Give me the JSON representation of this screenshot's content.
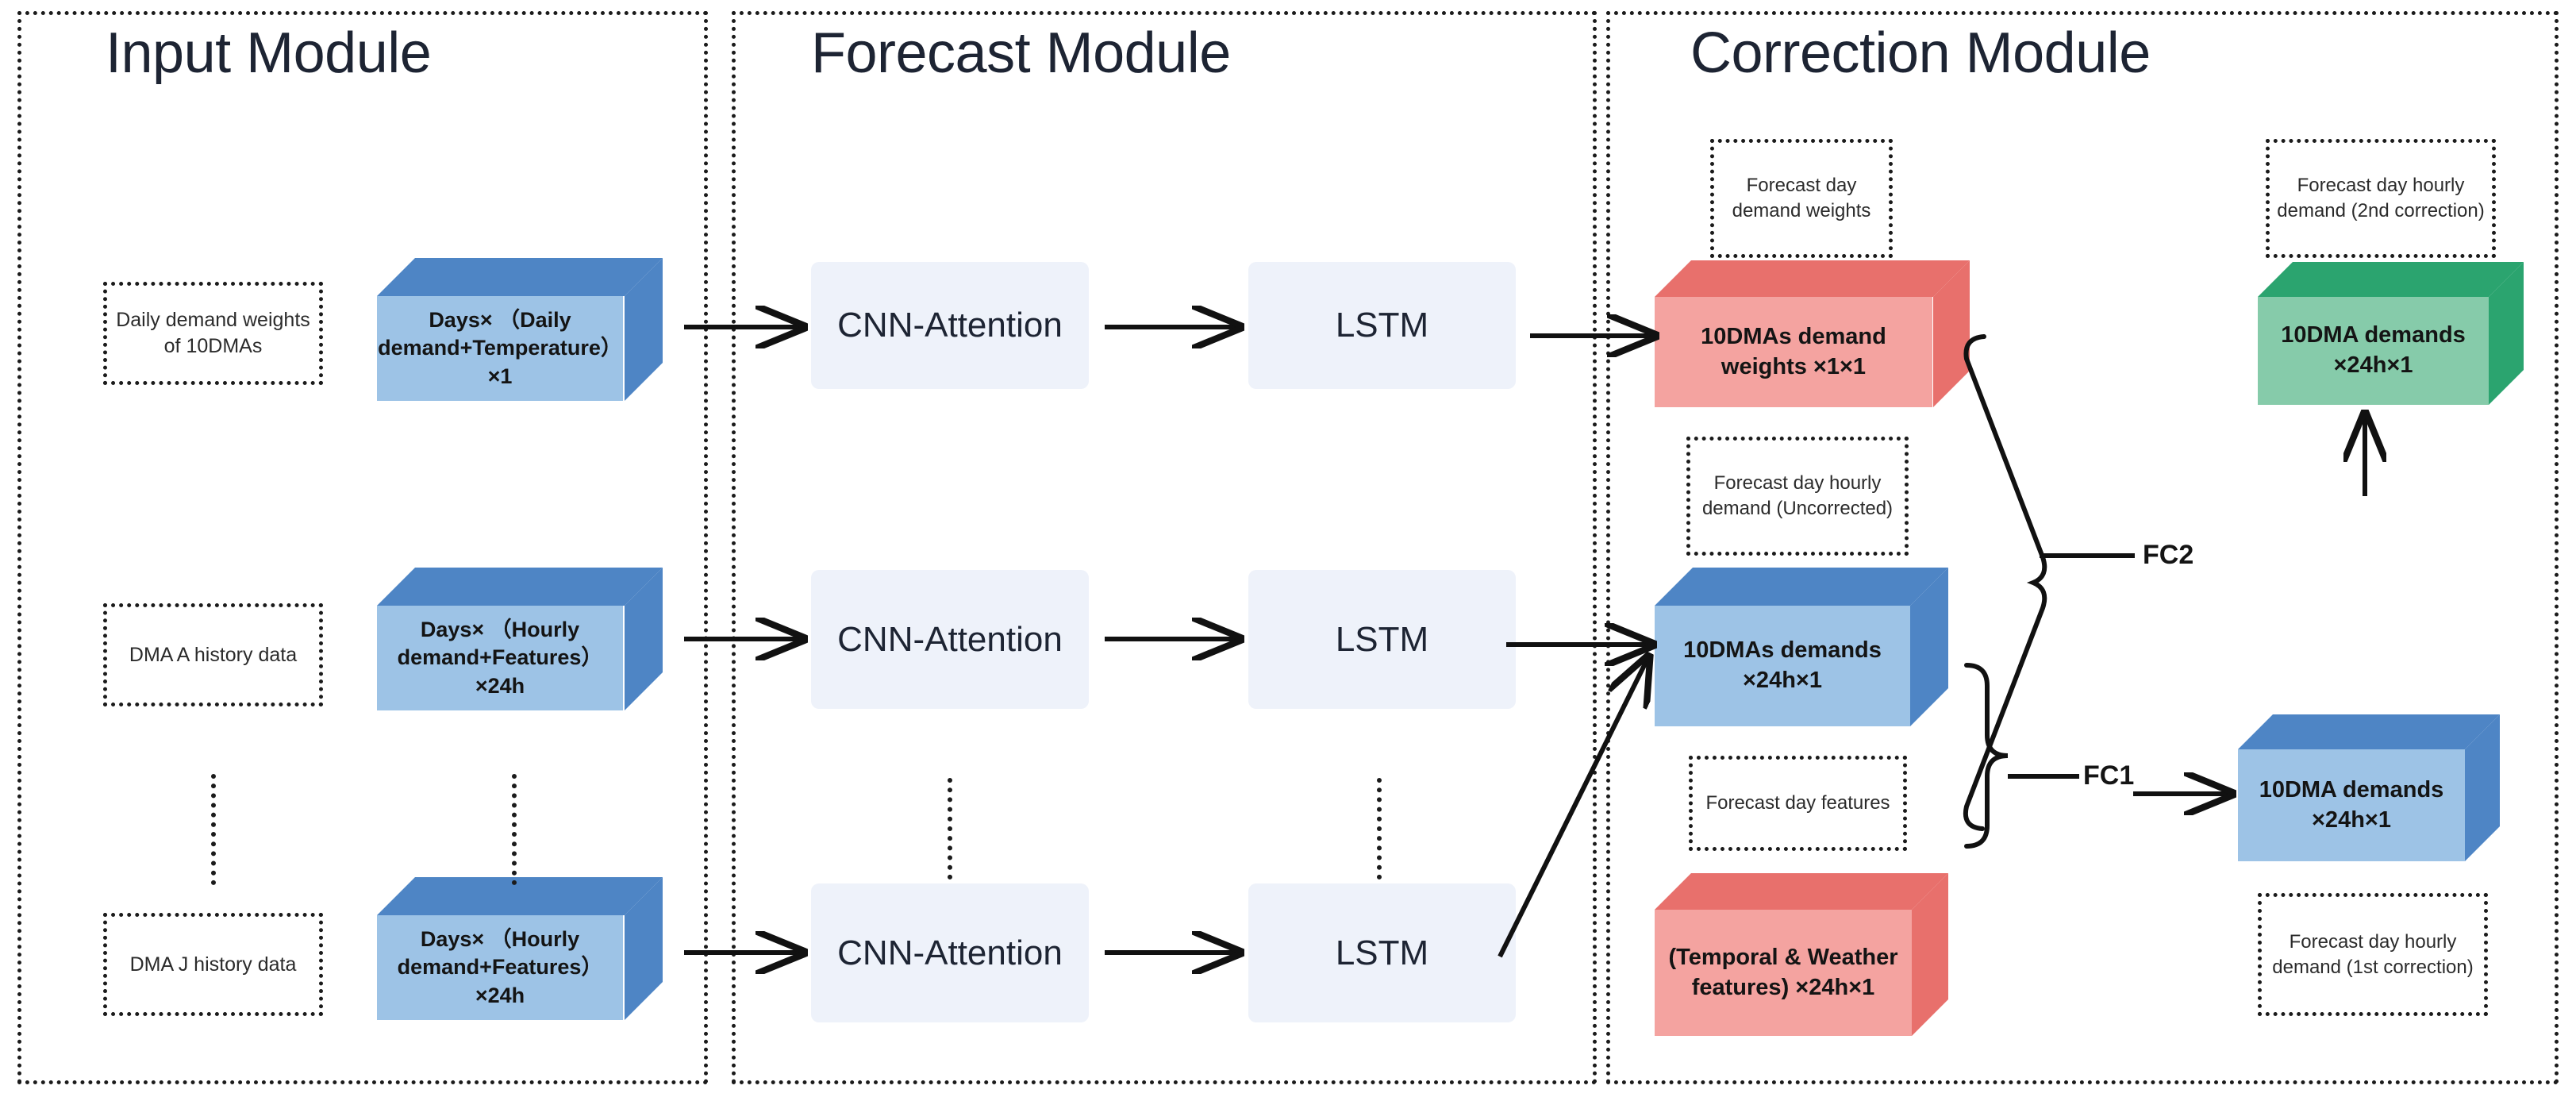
{
  "modules": [
    {
      "id": "input",
      "title": "Input Module"
    },
    {
      "id": "forecast",
      "title": "Forecast Module"
    },
    {
      "id": "correction",
      "title": "Correction Module"
    }
  ],
  "input_module": {
    "captions": [
      {
        "text": "Daily demand weights of 10DMAs"
      },
      {
        "text": "DMA A history data"
      },
      {
        "text": "DMA J history data"
      }
    ],
    "cubes": [
      {
        "text": "Days× （Daily demand+Temperature） ×1",
        "color": "blue"
      },
      {
        "text": "Days× （Hourly demand+Features） ×24h",
        "color": "blue"
      },
      {
        "text": "Days× （Hourly demand+Features） ×24h",
        "color": "blue"
      }
    ]
  },
  "forecast_module": {
    "rows": [
      {
        "stage1": "CNN-Attention",
        "stage2": "LSTM"
      },
      {
        "stage1": "CNN-Attention",
        "stage2": "LSTM"
      },
      {
        "stage1": "CNN-Attention",
        "stage2": "LSTM"
      }
    ]
  },
  "correction_module": {
    "captions": [
      {
        "id": "weights",
        "text": "Forecast day demand weights"
      },
      {
        "id": "uncorrected",
        "text": "Forecast day hourly demand (Uncorrected)"
      },
      {
        "id": "features",
        "text": "Forecast day features"
      },
      {
        "id": "second",
        "text": "Forecast day hourly demand (2nd correction)"
      },
      {
        "id": "first",
        "text": "Forecast day hourly demand (1st correction)"
      }
    ],
    "cubes": [
      {
        "id": "weights-cube",
        "text": "10DMAs demand weights ×1×1",
        "color": "red"
      },
      {
        "id": "uncorr-cube",
        "text": "10DMAs demands ×24h×1",
        "color": "blue"
      },
      {
        "id": "feat-cube",
        "text": "(Temporal & Weather features) ×24h×1",
        "color": "red"
      },
      {
        "id": "first-cube",
        "text": "10DMA demands ×24h×1",
        "color": "blue"
      },
      {
        "id": "second-cube",
        "text": "10DMA demands ×24h×1",
        "color": "green"
      }
    ],
    "operators": [
      {
        "id": "fc1",
        "label": "FC1"
      },
      {
        "id": "fc2",
        "label": "FC2"
      }
    ]
  },
  "colors": {
    "blue_face": "#9DC3E6",
    "blue_top": "#4E85C5",
    "blue_side": "#4E85C5",
    "red_face": "#F4A3A0",
    "red_top": "#E8706C",
    "red_side": "#E8706C",
    "green_face": "#86CBAA",
    "green_top": "#2BA46F",
    "green_side": "#2BA46F",
    "procbox": "#EEF2FA",
    "text": "#1D2433",
    "stroke": "#1B1B1B"
  }
}
